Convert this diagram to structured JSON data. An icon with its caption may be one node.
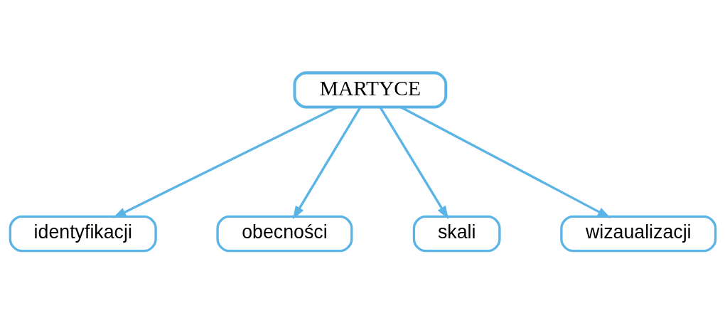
{
  "diagram": {
    "nodes": [
      {
        "text": [
          "MARTYCE"
        ]
      },
      {
        "text": [
          "identyfikacji"
        ]
      },
      {
        "text": [
          "obecności"
        ]
      },
      {
        "text": [
          "skali"
        ]
      },
      {
        "text": [
          "wizaualizacji"
        ]
      }
    ],
    "edges": [
      {
        "from": 0,
        "to": 1,
        "arrow": "to"
      },
      {
        "from": 0,
        "to": 2,
        "arrow": "to"
      },
      {
        "from": 0,
        "to": 3,
        "arrow": "to"
      },
      {
        "from": 0,
        "to": 4,
        "arrow": "to"
      }
    ]
  }
}
